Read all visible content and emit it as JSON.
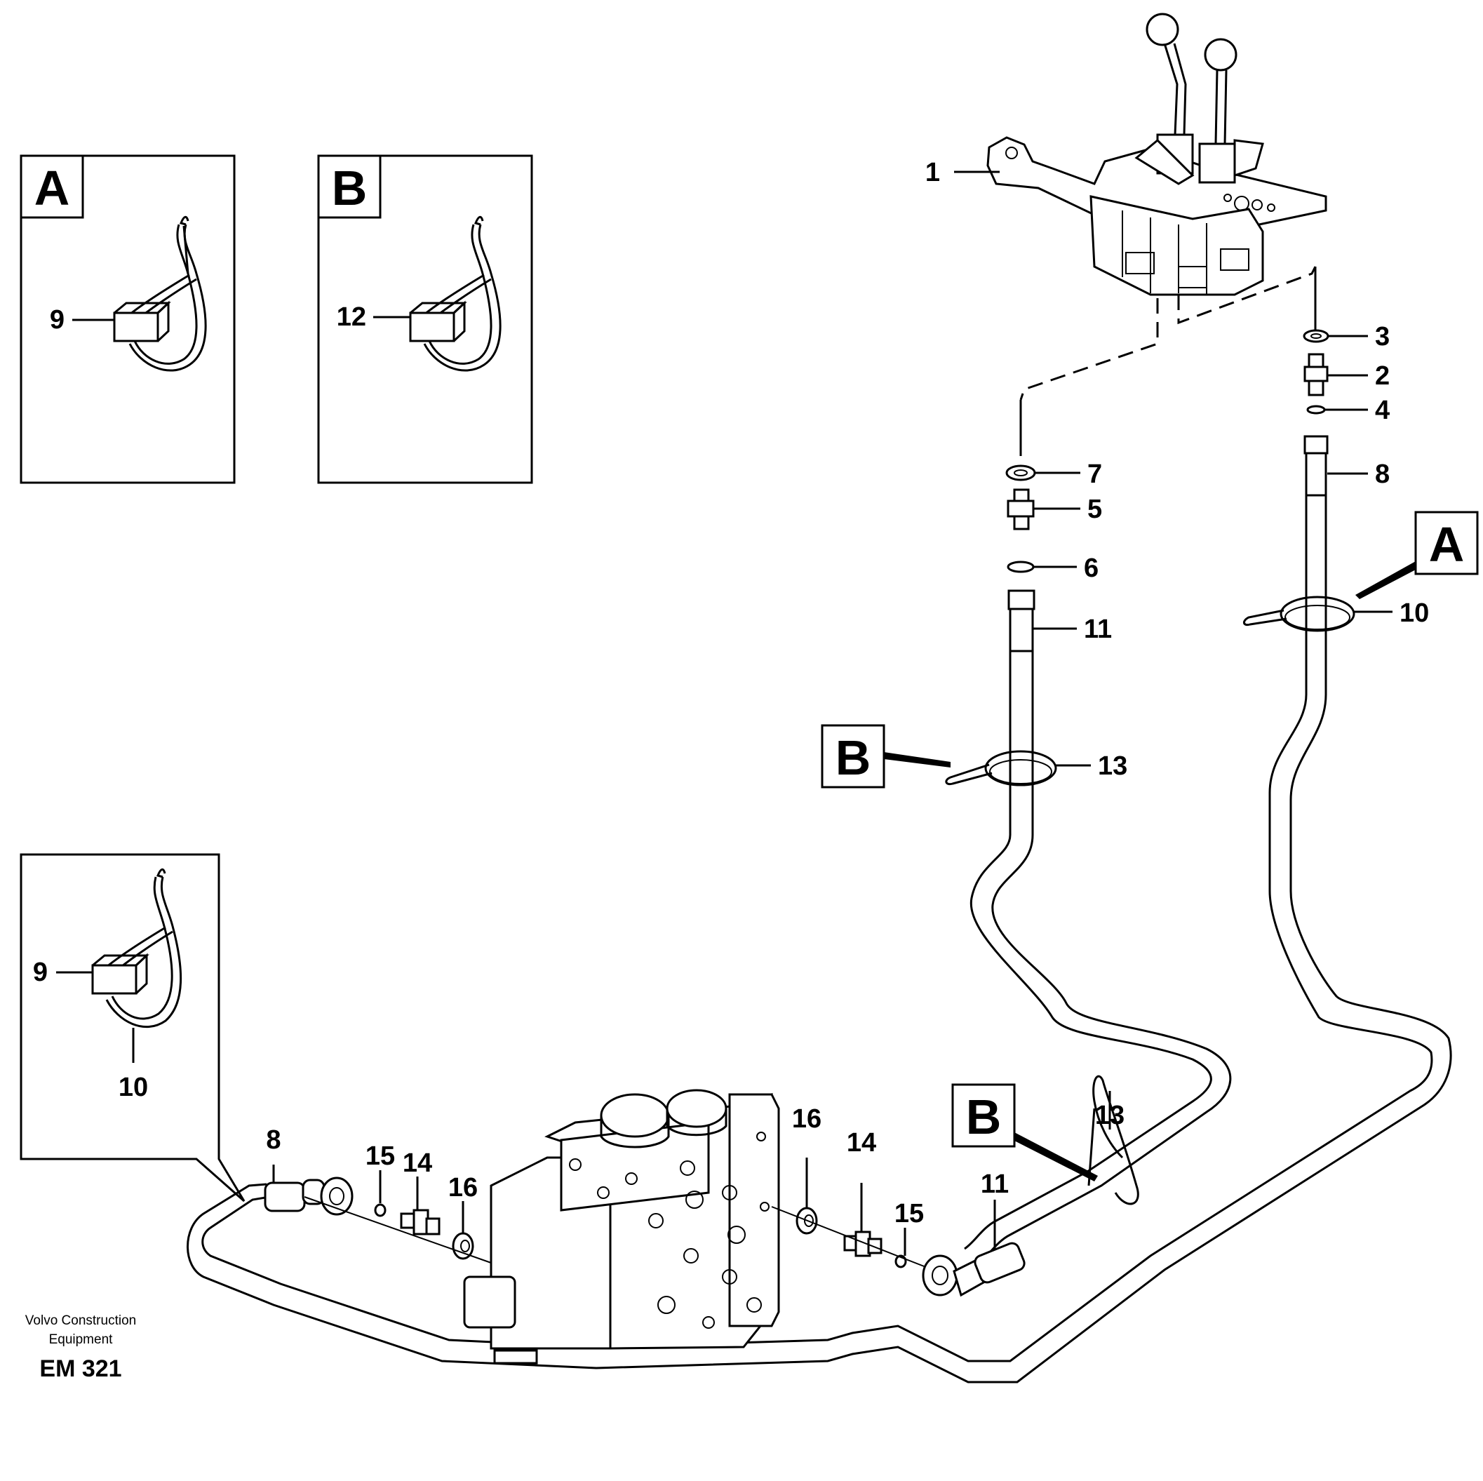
{
  "detail_views": {
    "view_a": {
      "letter": "A",
      "tie_label": "9"
    },
    "view_b": {
      "letter": "B",
      "tie_label": "12"
    },
    "view_c": {
      "tie_label": "9",
      "strap_label": "10"
    }
  },
  "reference_tags": {
    "tag_a_right": "A",
    "tag_b_mid": "B",
    "tag_b_bottom": "B"
  },
  "callouts": {
    "c1": "1",
    "c2": "2",
    "c3": "3",
    "c4": "4",
    "c5": "5",
    "c6": "6",
    "c7": "7",
    "c8_right": "8",
    "c10_right": "10",
    "c11_mid": "11",
    "c13_mid": "13",
    "c8_left": "8",
    "c15_left": "15",
    "c14_left": "14",
    "c16_left": "16",
    "c16_right": "16",
    "c14_right": "14",
    "c15_right": "15",
    "c11_bottom": "11",
    "c13_bottom": "13"
  },
  "footer": {
    "company_line1": "Volvo Construction",
    "company_line2": "Equipment",
    "doc_number": "EM 321"
  }
}
